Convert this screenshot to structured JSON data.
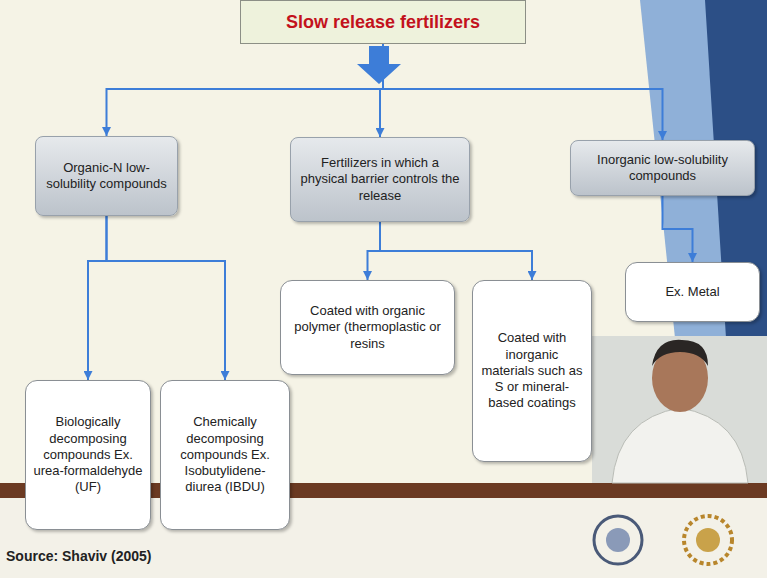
{
  "diagram": {
    "nodes": [
      {
        "text": [
          "Slow release fertilizers"
        ]
      },
      {
        "text": [
          "Organic-N low-solubility compounds"
        ]
      },
      {
        "text": [
          "Fertilizers in which a physical barrier controls the release"
        ]
      },
      {
        "text": [
          "Inorganic low-solubility compounds"
        ]
      },
      {
        "text": [
          "Biologically decomposing compounds Ex. urea-formaldehyde (UF)"
        ]
      },
      {
        "text": [
          "Chemically decomposing compounds Ex. Isobutylidene-diurea (IBDU)"
        ]
      },
      {
        "text": [
          "Coated with organic polymer (thermoplastic or resins"
        ]
      },
      {
        "text": [
          "Coated with inorganic materials such as S or mineral-based coatings"
        ]
      },
      {
        "text": [
          "Ex. Metal"
        ]
      }
    ],
    "edges": [
      {
        "from": 0,
        "to": 1,
        "arrow": "to"
      },
      {
        "from": 0,
        "to": 2,
        "arrow": "to"
      },
      {
        "from": 0,
        "to": 3,
        "arrow": "to"
      },
      {
        "from": 1,
        "to": 4,
        "arrow": "to"
      },
      {
        "from": 1,
        "to": 5,
        "arrow": "to"
      },
      {
        "from": 2,
        "to": 6,
        "arrow": "to"
      },
      {
        "from": 2,
        "to": 7,
        "arrow": "to"
      },
      {
        "from": 3,
        "to": 8,
        "arrow": "to"
      }
    ],
    "labels": [
      "Source: Shaviv (2005)"
    ]
  }
}
